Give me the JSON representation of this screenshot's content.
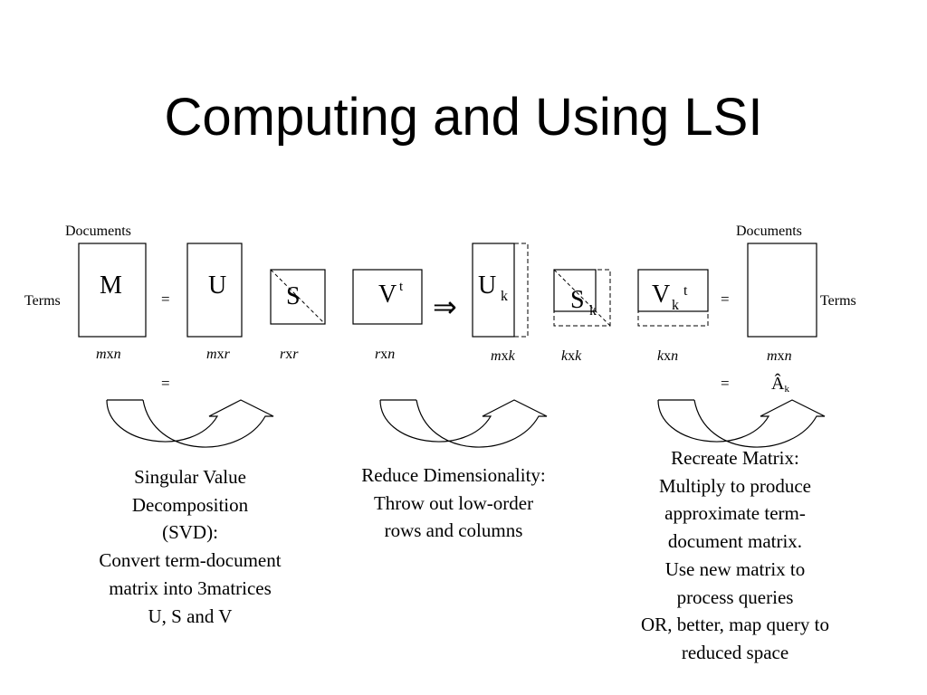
{
  "title": "Computing and Using LSI",
  "labels": {
    "documents_left": "Documents",
    "documents_right": "Documents",
    "terms_left": "Terms",
    "terms_right": "Terms",
    "equals": "=",
    "implies": "⇒",
    "hat_a": "Â",
    "hat_a_sub": "k"
  },
  "matrices": {
    "M": {
      "letter": "M",
      "dims": [
        "m",
        "x",
        "n"
      ]
    },
    "U": {
      "letter": "U",
      "dims": [
        "m",
        "x",
        "r"
      ]
    },
    "S": {
      "letter": "S",
      "dims": [
        "r",
        "x",
        "r"
      ]
    },
    "V": {
      "letter": "V",
      "sup": "t",
      "dims": [
        "r",
        "x",
        "n"
      ]
    },
    "Uk": {
      "letter": "U",
      "sub": "k",
      "dims": [
        "m",
        "x",
        "k"
      ]
    },
    "Sk": {
      "letter": "S",
      "sub": "k",
      "dims": [
        "k",
        "x",
        "k"
      ]
    },
    "Vk": {
      "letter": "V",
      "sub": "k",
      "sup": "t",
      "dims": [
        "k",
        "x",
        "n"
      ]
    },
    "A": {
      "dims": [
        "m",
        "x",
        "n"
      ]
    }
  },
  "captions": {
    "svd": [
      "Singular Value",
      "Decomposition",
      "(SVD):",
      "Convert term-document",
      "matrix into 3matrices",
      "U, S and V"
    ],
    "reduce": [
      "Reduce Dimensionality:",
      "Throw out low-order",
      "rows and columns"
    ],
    "recreate": [
      "Recreate Matrix:",
      "Multiply to produce",
      "approximate term-",
      "document matrix.",
      "Use new matrix to",
      "process queries",
      "OR, better,  map query to",
      "reduced space"
    ]
  }
}
